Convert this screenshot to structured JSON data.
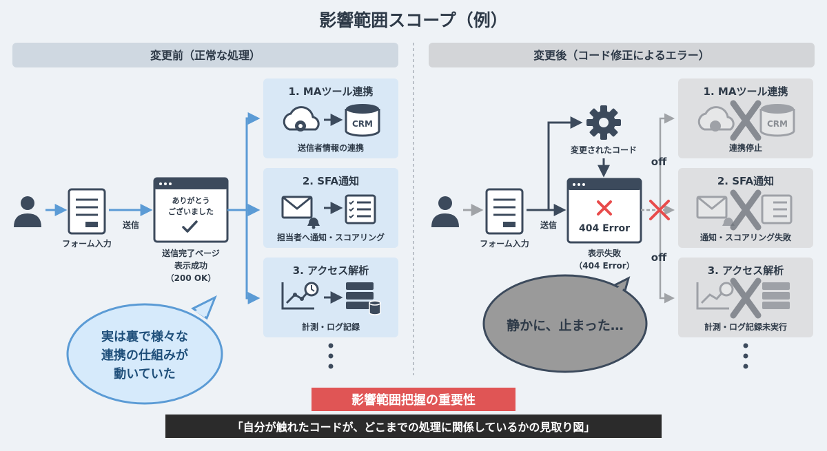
{
  "title": "影響範囲スコープ（例）",
  "left": {
    "header": "変更前（正常な処理）",
    "form_label": "フォーム入力",
    "send_label": "送信",
    "page_text_1": "ありがとう",
    "page_text_2": "ございました",
    "page_caption_1": "送信完了ページ",
    "page_caption_2": "表示成功",
    "page_caption_3": "（200 OK）",
    "box1_title": "1. MAツール連携",
    "box1_crm": "CRM",
    "box1_caption": "送信者情報の連携",
    "box2_title": "2. SFA通知",
    "box2_caption": "担当者へ通知・スコアリング",
    "box3_title": "3. アクセス解析",
    "box3_caption": "計測・ログ記録",
    "bubble_line1": "実は裏で様々な",
    "bubble_line2": "連携の仕組みが",
    "bubble_line3": "動いていた"
  },
  "right": {
    "header": "変更後（コード修正によるエラー）",
    "form_label": "フォーム入力",
    "send_label": "送信",
    "changed_code_label": "変更されたコード",
    "error_text": "404 Error",
    "error_caption_1": "表示失敗",
    "error_caption_2": "（404 Error）",
    "off_label": "off",
    "box1_title": "1. MAツール連携",
    "box1_crm": "CRM",
    "box1_caption": "連携停止",
    "box2_title": "2. SFA通知",
    "box2_caption": "通知・スコアリング失敗",
    "box3_title": "3. アクセス解析",
    "box3_caption": "計測・ログ記録未実行",
    "bubble_text": "静かに、止まった…"
  },
  "footer": {
    "badge": "影響範囲把握の重要性",
    "quote": "「自分が触れたコードが、どこまでの処理に関係しているかの見取り図」"
  },
  "colors": {
    "accent_blue": "#5b9bd5",
    "card_blue": "#d9e8f6",
    "navy": "#3c4a5c",
    "grey": "#9a9ea3",
    "card_grey": "#dedfe1",
    "error_red": "#e84a4a",
    "badge_red": "#e05555",
    "bubble_blue": "#d6eafb",
    "bubble_grey": "#9a9a9a"
  }
}
